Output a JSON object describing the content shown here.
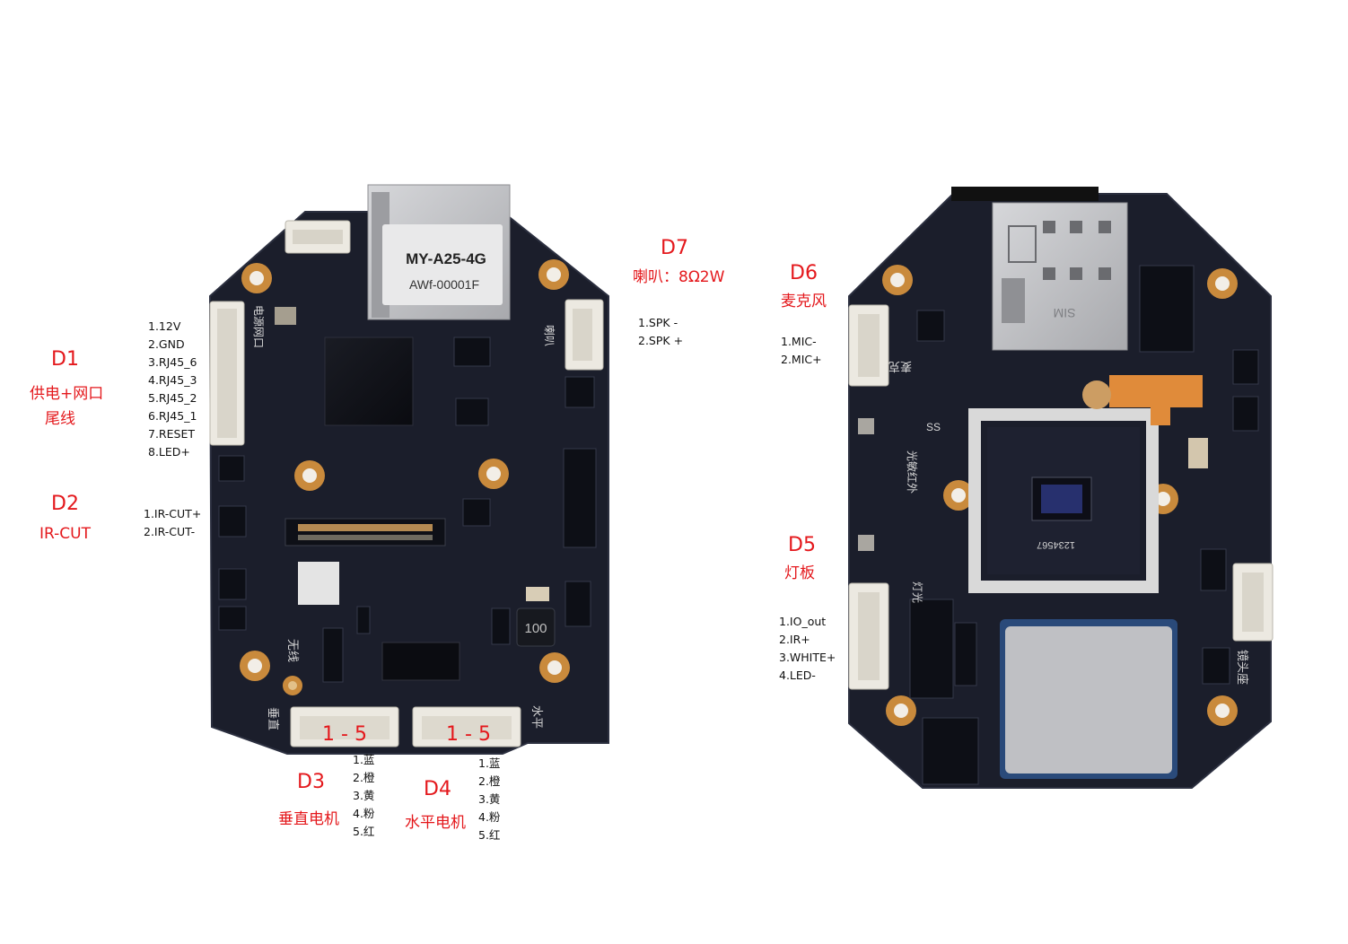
{
  "colors": {
    "label_red": "#e4181c",
    "pcb": "#1a1d2a",
    "pcb_edge": "#262a38",
    "pad_gold": "#c98a3c",
    "connector": "#ece9e1",
    "chip": "#0d0f16",
    "silver": "#c9cacd"
  },
  "board_left": {
    "sd_card_line1": "MY-A25-4G",
    "sd_card_line2": "AWf-00001F",
    "inductor_text": "100",
    "silk_wireless": "无线",
    "silk_speaker": "喇叭",
    "silk_vertical": "垂直",
    "silk_horizontal": "水平",
    "silk_power_net": "电源网口"
  },
  "board_right": {
    "silk_mic": "麦克",
    "silk_lens": "镜头座",
    "silk_light": "灯光",
    "silk_ir": "光敏红外",
    "silk_sensor_num": "1234567",
    "silk_stamp": "SS",
    "silk_sim": "SIM"
  },
  "labels": {
    "d1": {
      "code": "D1",
      "desc_line1": "供电+网口",
      "desc_line2": "尾线",
      "pins": [
        "1.12V",
        "2.GND",
        "3.RJ45_6",
        "4.RJ45_3",
        "5.RJ45_2",
        "6.RJ45_1",
        "7.RESET",
        "8.LED+"
      ]
    },
    "d2": {
      "code": "D2",
      "desc": "IR-CUT",
      "pins": [
        "1.IR-CUT+",
        "2.IR-CUT-"
      ]
    },
    "d3": {
      "code": "D3",
      "desc": "垂直电机",
      "connector_range": "1 - 5",
      "pins": [
        "1.蓝",
        "2.橙",
        "3.黄",
        "4.粉",
        "5.红"
      ]
    },
    "d4": {
      "code": "D4",
      "desc": "水平电机",
      "connector_range": "1 - 5",
      "pins": [
        "1.蓝",
        "2.橙",
        "3.黄",
        "4.粉",
        "5.红"
      ]
    },
    "d5": {
      "code": "D5",
      "desc": "灯板",
      "pins": [
        "1.IO_out",
        "2.IR+",
        "3.WHITE+",
        "4.LED-"
      ]
    },
    "d6": {
      "code": "D6",
      "desc": "麦克风",
      "pins": [
        "1.MIC-",
        "2.MIC+"
      ]
    },
    "d7": {
      "code": "D7",
      "desc": "喇叭：8Ω2W",
      "pins": [
        "1.SPK -",
        "2.SPK +"
      ]
    }
  }
}
